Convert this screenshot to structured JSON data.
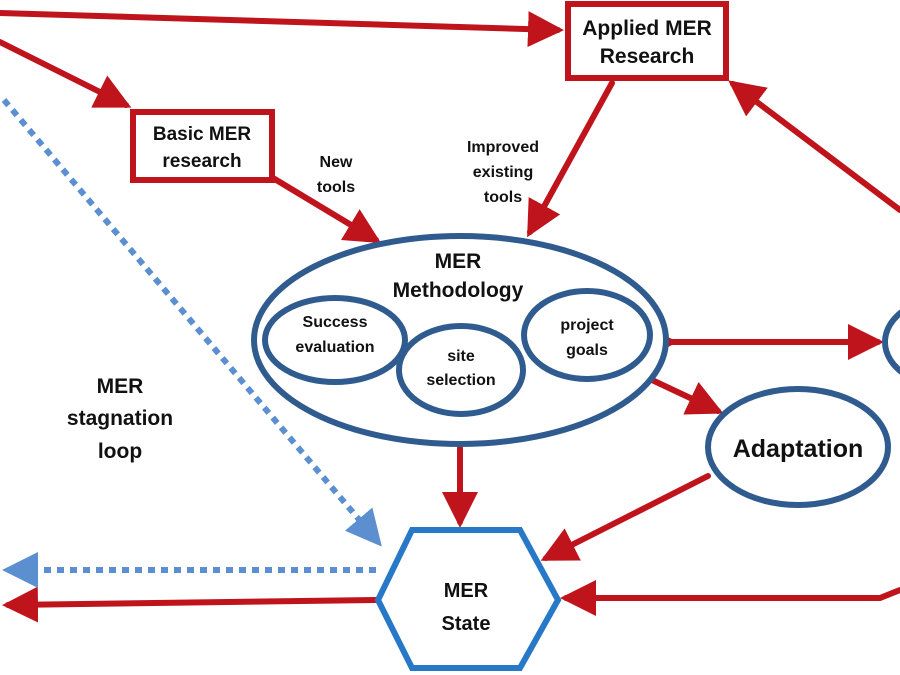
{
  "colors": {
    "arrow_red": "#C0141C",
    "box_red": "#C0141C",
    "ellipse_blue": "#2F5B8F",
    "hex_blue": "#2878C8",
    "dotted_blue": "#5B8FD0",
    "text": "#111111"
  },
  "nodes": {
    "applied": [
      "Applied MER",
      "Research"
    ],
    "basic": [
      "Basic MER",
      "research"
    ],
    "methodology": [
      "MER",
      "Methodology"
    ],
    "success": [
      "Success",
      "evaluation"
    ],
    "site": [
      "site",
      "selection"
    ],
    "project": [
      "project",
      "goals"
    ],
    "adaptation": "Adaptation",
    "state": [
      "MER",
      "State"
    ]
  },
  "labels": {
    "new_tools": [
      "New",
      "tools"
    ],
    "improved": [
      "Improved",
      "existing",
      "tools"
    ],
    "stagnation": [
      "MER",
      "stagnation",
      "loop"
    ]
  }
}
